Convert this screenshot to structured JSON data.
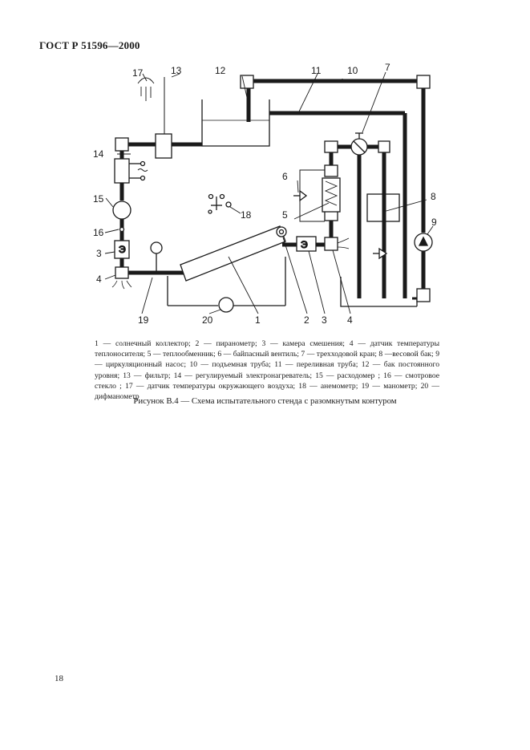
{
  "document": {
    "header": "ГОСТ Р 51596—2000",
    "page_number": "18"
  },
  "figure": {
    "labels": {
      "l1": "1",
      "l2": "2",
      "l3a": "3",
      "l3b": "3",
      "l4a": "4",
      "l4b": "4",
      "l5": "5",
      "l6": "6",
      "l7": "7",
      "l8": "8",
      "l9": "9",
      "l10": "10",
      "l11": "11",
      "l12": "12",
      "l13": "13",
      "l14": "14",
      "l15": "15",
      "l16": "16",
      "l17": "17",
      "l18": "18",
      "l19": "19",
      "l20": "20"
    },
    "legend": [
      "1 — солнечный коллектор;",
      "2 — пиранометр;",
      "3 — камера смешения;",
      "4 — датчик температуры теплоносителя;",
      "5 — теплообменник;",
      "6 — байпасный вентиль;",
      "7 — трехходовой кран;",
      "8 —весовой бак;",
      "9 — циркуляционный насос;",
      "10 — подъемная труба;",
      "11 — переливная труба;",
      "12 — бак постоянного уровня;",
      "13 — фильтр;",
      "14 — регулируемый электронагреватель;",
      "15 — расходомер ;",
      "16 — смотровое стекло ;",
      "17 — датчик температуры окружающего воздуха;",
      "18 — анемометр;",
      "19 — манометр;",
      "20 — дифманометр"
    ],
    "caption": "Рисунок В.4 — Схема испытательного стенда с разомкнутым контуром"
  }
}
